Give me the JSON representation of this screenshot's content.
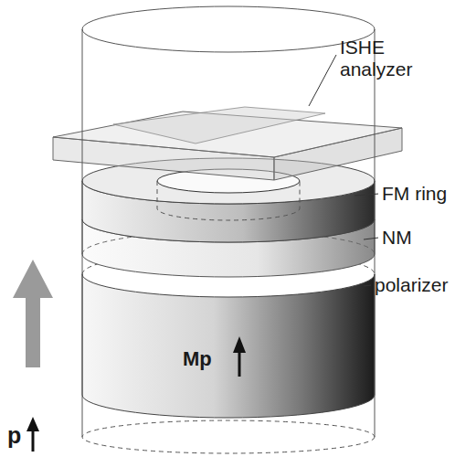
{
  "diagram": {
    "labels": [
      "ISHE analyzer",
      "FM ring",
      "NM",
      "polarizer",
      "Mp",
      "p"
    ]
  }
}
